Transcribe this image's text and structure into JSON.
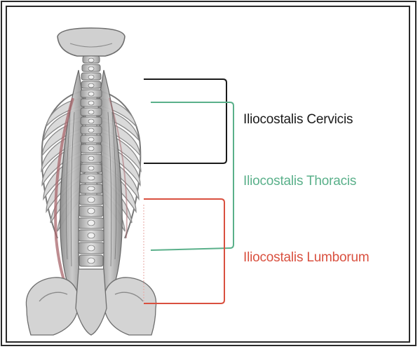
{
  "labels": {
    "cervicis": "Iliocostalis Cervicis",
    "thoracis": "Iliocostalis Thoracis",
    "lumborum": "Iliocostalis Lumborum"
  },
  "colors": {
    "cervicis": "#1a1a1a",
    "thoracis": "#5ab08a",
    "lumborum": "#d9503f",
    "bone": "#d6d6d6",
    "bone_outline": "#6e6e6e",
    "muscle": "#a8656b"
  },
  "icons": {
    "illustration": "spine-back-muscles-illustration"
  }
}
